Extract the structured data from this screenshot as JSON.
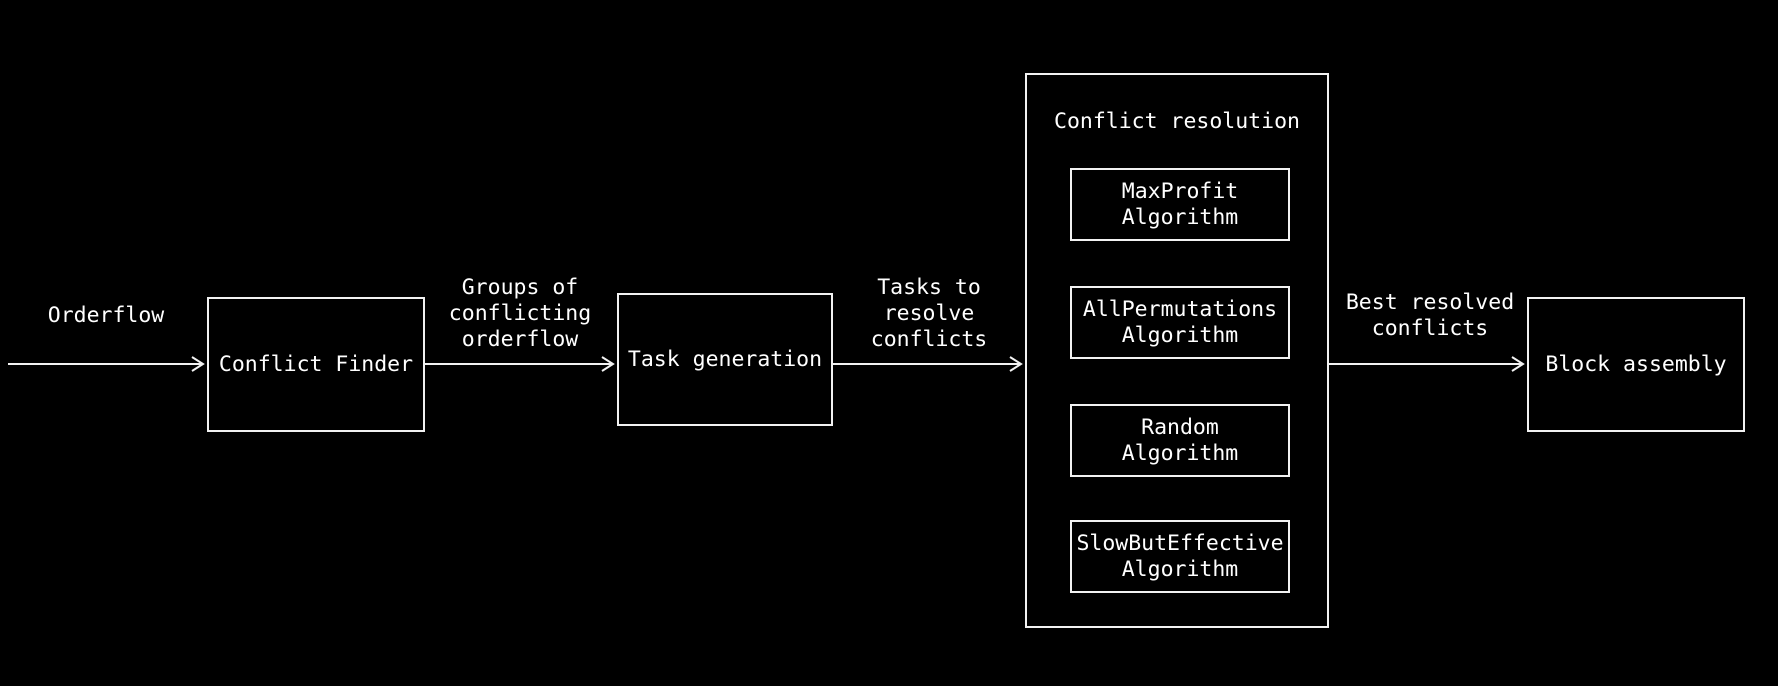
{
  "diagram": {
    "background_color": "#000000",
    "stroke_color": "#f2f2f2",
    "text_color": "#ffffff",
    "nodes": {
      "conflict_finder": {
        "label": "Conflict Finder"
      },
      "task_generation": {
        "label": "Task generation"
      },
      "conflict_resolution": {
        "title": "Conflict resolution",
        "algorithms": [
          {
            "label": "MaxProfit\nAlgorithm"
          },
          {
            "label": "AllPermutations\nAlgorithm"
          },
          {
            "label": "Random\nAlgorithm"
          },
          {
            "label": "SlowButEffective\nAlgorithm"
          }
        ]
      },
      "block_assembly": {
        "label": "Block assembly"
      }
    },
    "edge_labels": {
      "orderflow": "Orderflow",
      "groups_of_conflicting_orderflow": "Groups of\nconflicting\norderflow",
      "tasks_to_resolve_conflicts": "Tasks to\nresolve\nconflicts",
      "best_resolved_conflicts": "Best resolved\nconflicts"
    }
  }
}
